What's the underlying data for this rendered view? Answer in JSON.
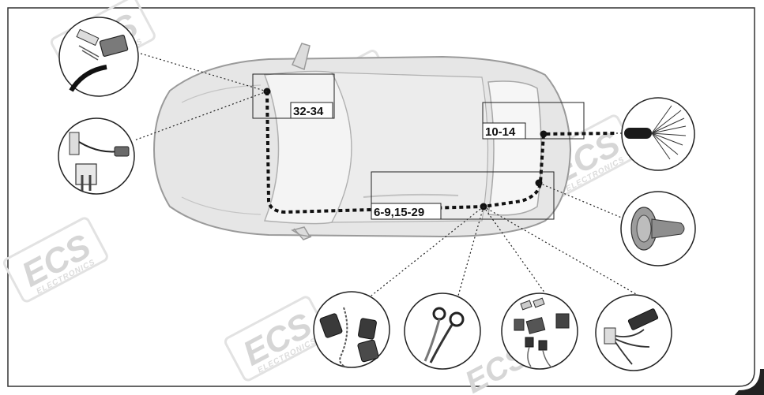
{
  "labels": {
    "front": "32-34",
    "rear": "10-14",
    "middle": "6-9,15-29"
  },
  "watermark": {
    "logo": "ECS",
    "sub": "ELECTRONICS"
  },
  "colors": {
    "frame": "#333333",
    "car_body": "#e4e4e4",
    "car_outline": "#9a9a9a",
    "harness": "#111111",
    "watermark": "#d6d6d6"
  },
  "icons": [
    "fuse-connector-icon",
    "fuse-adapter-icon",
    "wire-bundle-icon",
    "rubber-grommet-icon",
    "scotchlok-connectors-icon",
    "ring-terminal-icon",
    "small-connectors-icon",
    "plug-adapter-icon"
  ]
}
